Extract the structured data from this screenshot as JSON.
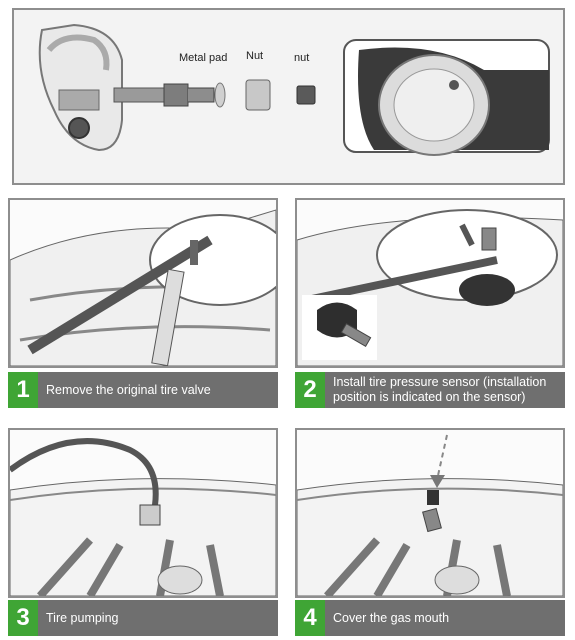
{
  "parts": {
    "metal_pad": "Metal pad",
    "nut_upper": "Nut",
    "nut_lower": "nut"
  },
  "steps": [
    {
      "number": "1",
      "caption": "Remove the original tire valve"
    },
    {
      "number": "2",
      "caption_line1": "Install tire pressure sensor (installation",
      "caption_line2": "position is indicated on the sensor)"
    },
    {
      "number": "3",
      "caption": "Tire pumping"
    },
    {
      "number": "4",
      "caption": "Cover the gas mouth"
    }
  ],
  "colors": {
    "accent_green": "#3fa535",
    "caption_bar": "#6f6f6f",
    "frame": "#8e8e8e"
  }
}
